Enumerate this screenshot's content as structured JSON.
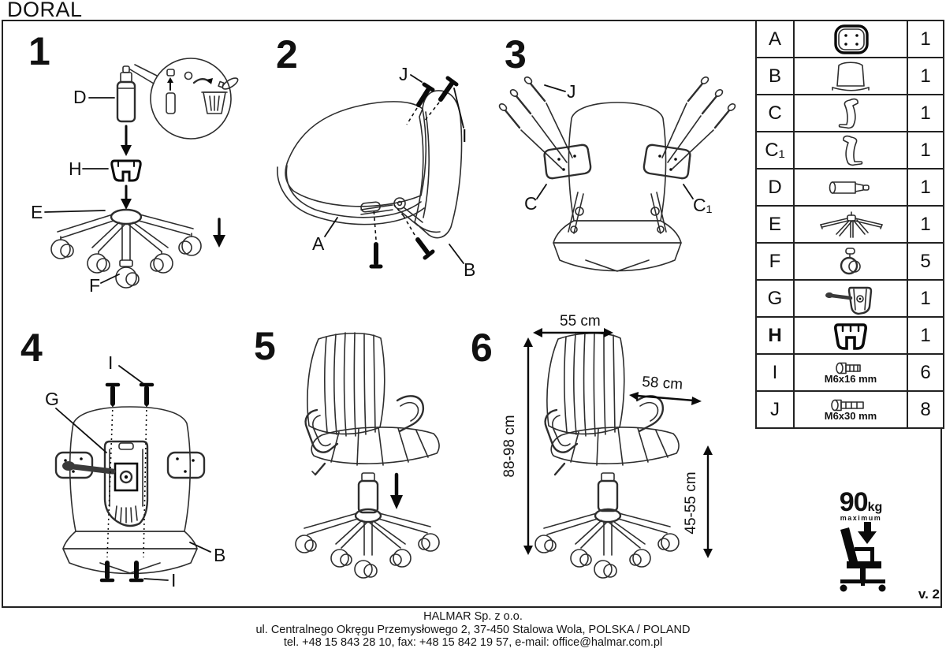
{
  "title": "DORAL",
  "steps": {
    "s1": {
      "number": "1",
      "labels": {
        "d": "D",
        "h": "H",
        "e": "E",
        "f": "F"
      }
    },
    "s2": {
      "number": "2",
      "labels": {
        "j": "J",
        "i": "I",
        "a": "A",
        "b": "B"
      }
    },
    "s3": {
      "number": "3",
      "labels": {
        "j": "J",
        "c": "C",
        "c1": "C₁"
      }
    },
    "s4": {
      "number": "4",
      "labels": {
        "i_top": "I",
        "g": "G",
        "b": "B",
        "i_bottom": "I"
      }
    },
    "s5": {
      "number": "5"
    },
    "s6": {
      "number": "6",
      "dimensions": {
        "back_width": "55 cm",
        "seat_depth": "58 cm",
        "total_height": "88-98 cm",
        "seat_height": "45-55 cm"
      }
    }
  },
  "parts_table": {
    "rows": [
      {
        "id": "A",
        "icon": "seat-underside",
        "qty": "1"
      },
      {
        "id": "B",
        "icon": "backrest",
        "qty": "1"
      },
      {
        "id": "C",
        "icon": "armrest-left",
        "qty": "1"
      },
      {
        "id": "C₁",
        "icon": "armrest-right",
        "qty": "1"
      },
      {
        "id": "D",
        "icon": "gas-lift",
        "qty": "1"
      },
      {
        "id": "E",
        "icon": "five-star-base",
        "qty": "1"
      },
      {
        "id": "F",
        "icon": "caster-wheel",
        "qty": "5"
      },
      {
        "id": "G",
        "icon": "tilt-mechanism",
        "qty": "1"
      },
      {
        "id": "H",
        "icon": "gas-lift-clip",
        "qty": "1"
      },
      {
        "id": "I",
        "icon": "screw",
        "note": "M6x16 mm",
        "qty": "6"
      },
      {
        "id": "J",
        "icon": "screw",
        "note": "M6x30 mm",
        "qty": "8"
      }
    ]
  },
  "weight_limit": {
    "value": "90",
    "unit": "kg",
    "label": "maximum"
  },
  "version": "v. 2",
  "footer": {
    "line1": "HALMAR Sp. z o.o.",
    "line2": "ul. Centralnego Okręgu Przemysłowego 2, 37-450 Stalowa Wola, POLSKA / POLAND",
    "line3": "tel. +48 15 843 28 10, fax: +48 15 842 19 57, e-mail: office@halmar.com.pl"
  }
}
